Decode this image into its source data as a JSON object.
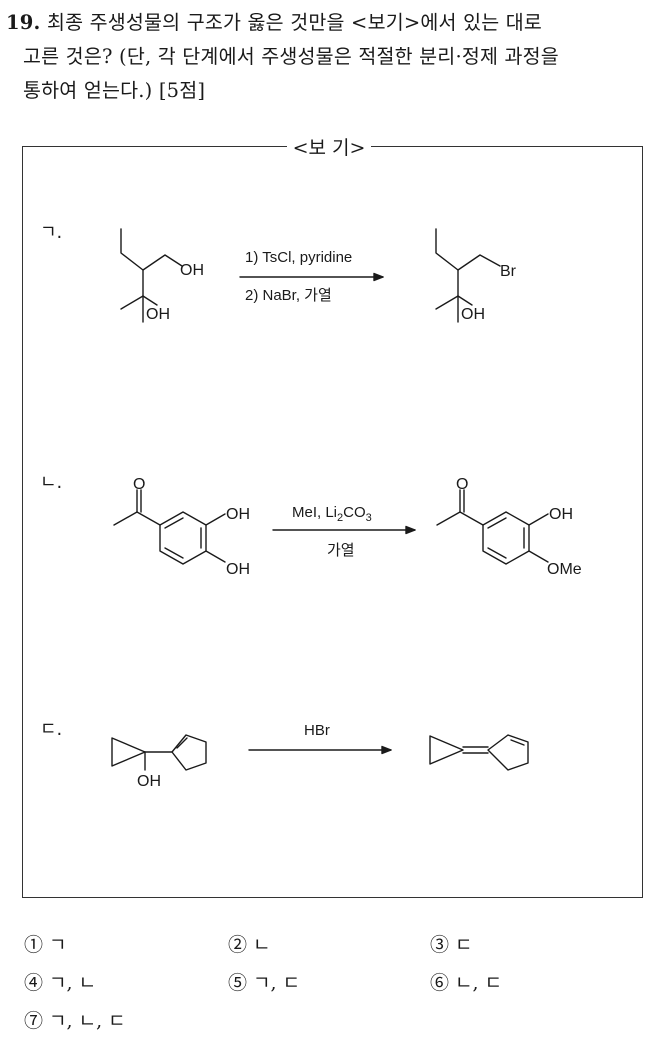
{
  "question": {
    "number": "19.",
    "line1": "최종 주생성물의 구조가 옳은 것만을 <보기>에서 있는 대로",
    "line2": "고른 것은? (단, 각 단계에서 주생성물은 적절한 분리·정제 과정을",
    "line3": "통하여 얻는다.) [5점]"
  },
  "box": {
    "title": "<보 기>"
  },
  "items": [
    {
      "label": "ㄱ.",
      "reagent1": "1) TsCl, pyridine",
      "reagent2": "2) NaBr, 가열",
      "reactant_groups": [
        "OH",
        "OH"
      ],
      "product_groups": [
        "Br",
        "OH"
      ]
    },
    {
      "label": "ㄴ.",
      "reagent1_main": "MeI, Li",
      "reagent1_sub": "2",
      "reagent1_rest": "CO",
      "reagent1_sub2": "3",
      "reagent2": "가열",
      "reactant_groups": [
        "O",
        "OH",
        "OH"
      ],
      "product_groups": [
        "O",
        "OH",
        "OMe"
      ]
    },
    {
      "label": "ㄷ.",
      "reagent1": "HBr",
      "reactant_groups": [
        "OH"
      ]
    }
  ],
  "choices": [
    "① ㄱ",
    "② ㄴ",
    "③ ㄷ",
    "④ ㄱ, ㄴ",
    "⑤ ㄱ, ㄷ",
    "⑥ ㄴ, ㄷ",
    "⑦ ㄱ, ㄴ, ㄷ"
  ]
}
